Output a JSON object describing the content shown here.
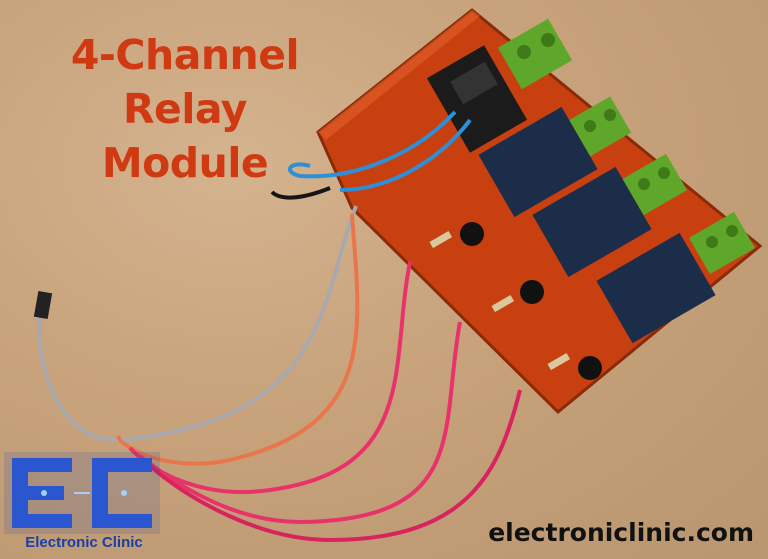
{
  "title": {
    "line1": "4-Channel Relay",
    "line2": "Module"
  },
  "watermark": {
    "website": "electroniclinic.com",
    "logo_text": "Electronic Clinic"
  },
  "colors": {
    "title": "#cf3a12",
    "board": "#c8400f",
    "terminal": "#5fa72a",
    "relay": "#1c2d4a",
    "logo_blue": "#1a3fa8",
    "background": "#c9a680"
  }
}
